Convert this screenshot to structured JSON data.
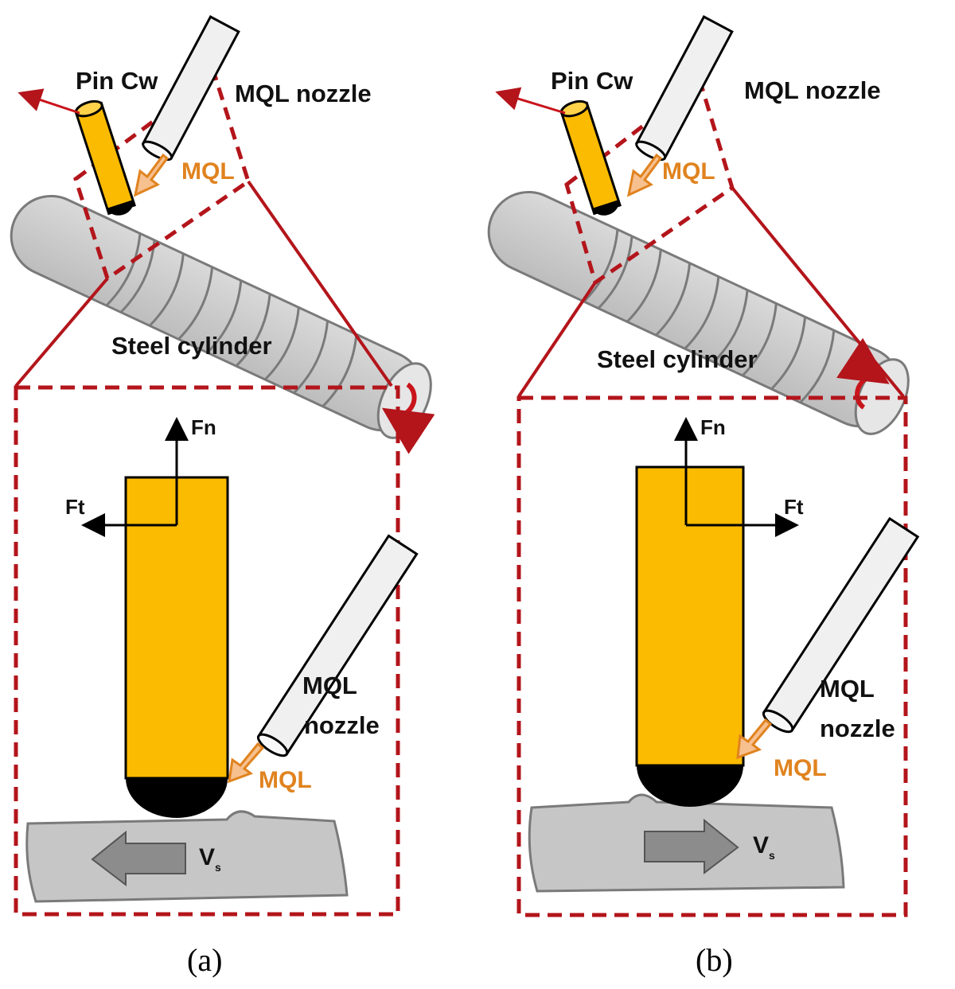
{
  "panels": [
    {
      "id": "a",
      "caption": "(a)",
      "pin_label": "Pin Cw",
      "nozzle_label_top": "MQL nozzle",
      "mql_label_top": "MQL",
      "cylinder_label": "Steel cylinder",
      "force_normal": "Fn",
      "force_tangential": "Ft",
      "nozzle_label_detail_line1": "MQL",
      "nozzle_label_detail_line2": "nozzle",
      "mql_label_detail": "MQL",
      "velocity_label": "V",
      "velocity_sub": "s"
    },
    {
      "id": "b",
      "caption": "(b)",
      "pin_label": "Pin Cw",
      "nozzle_label_top": "MQL nozzle",
      "mql_label_top": "MQL",
      "cylinder_label": "Steel cylinder",
      "force_normal": "Fn",
      "force_tangential": "Ft",
      "nozzle_label_detail_line1": "MQL",
      "nozzle_label_detail_line2": "nozzle",
      "mql_label_detail": "MQL",
      "velocity_label": "V",
      "velocity_sub": "s"
    }
  ],
  "colors": {
    "pin": "#fbbb00",
    "pin_tip": "#000000",
    "cylinder": "#c8c8c8",
    "cylinder_stroke": "#7a7a7a",
    "zoom_frame": "#b3151b",
    "mql_text": "#e0831f",
    "nozzle": "#f0f0f0"
  }
}
